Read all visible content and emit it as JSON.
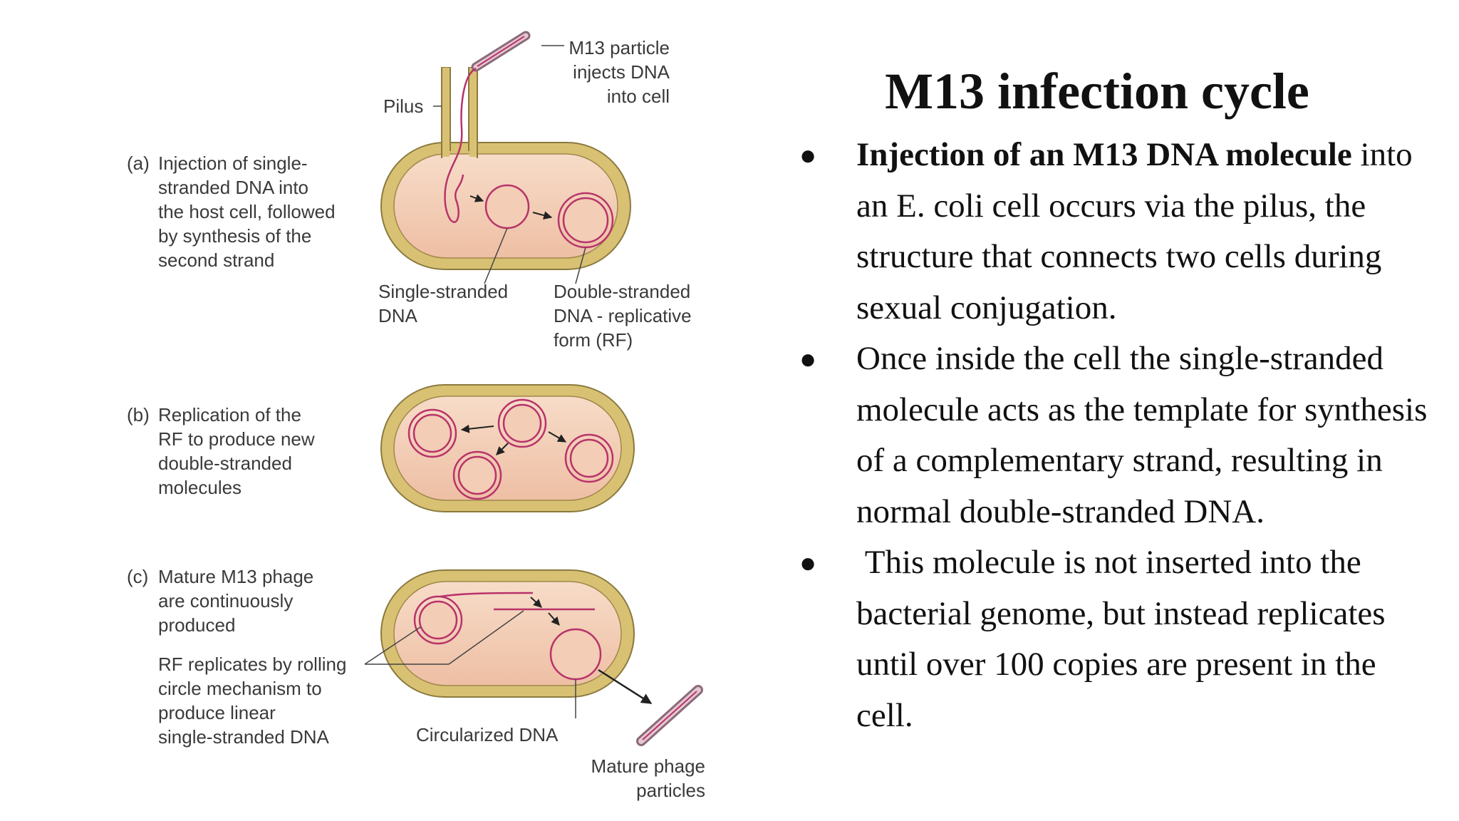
{
  "title": "M13 infection cycle",
  "bullets": [
    {
      "bold": "Injection of an M13 DNA molecule",
      "text": " into an E. coli cell occurs via the pilus, the structure that connects two cells during sexual conjugation."
    },
    {
      "bold": "",
      "text": "Once inside the cell the single-stranded molecule acts as the template for synthesis of a complementary strand, resulting in normal double-stranded DNA."
    },
    {
      "bold": "",
      "text": " This molecule is not inserted into the bacterial genome, but instead replicates until over 100 copies are present in the cell."
    }
  ],
  "figure": {
    "panel_a": {
      "tag": "(a)",
      "text": "Injection of single-\nstranded DNA into\nthe host cell, followed\nby synthesis of the\nsecond strand"
    },
    "panel_b": {
      "tag": "(b)",
      "text": "Replication of the\nRF to produce new\ndouble-stranded\nmolecules"
    },
    "panel_c": {
      "tag": "(c)",
      "text": "Mature M13 phage\nare continuously\nproduced"
    },
    "labels": {
      "m13_particle": "M13 particle\ninjects DNA\ninto cell",
      "pilus": "Pilus",
      "single_stranded": "Single-stranded\nDNA",
      "double_stranded": "Double-stranded\nDNA - replicative\nform (RF)",
      "rolling_circle": "RF replicates by rolling\ncircle mechanism to\nproduce linear\nsingle-stranded DNA",
      "circularized": "Circularized DNA",
      "mature_particles": "Mature phage\nparticles"
    },
    "colors": {
      "cell_wall": "#d9c174",
      "cytoplasm": "#f3cdb5",
      "dna": "#b8336a",
      "ink": "#222222"
    }
  }
}
